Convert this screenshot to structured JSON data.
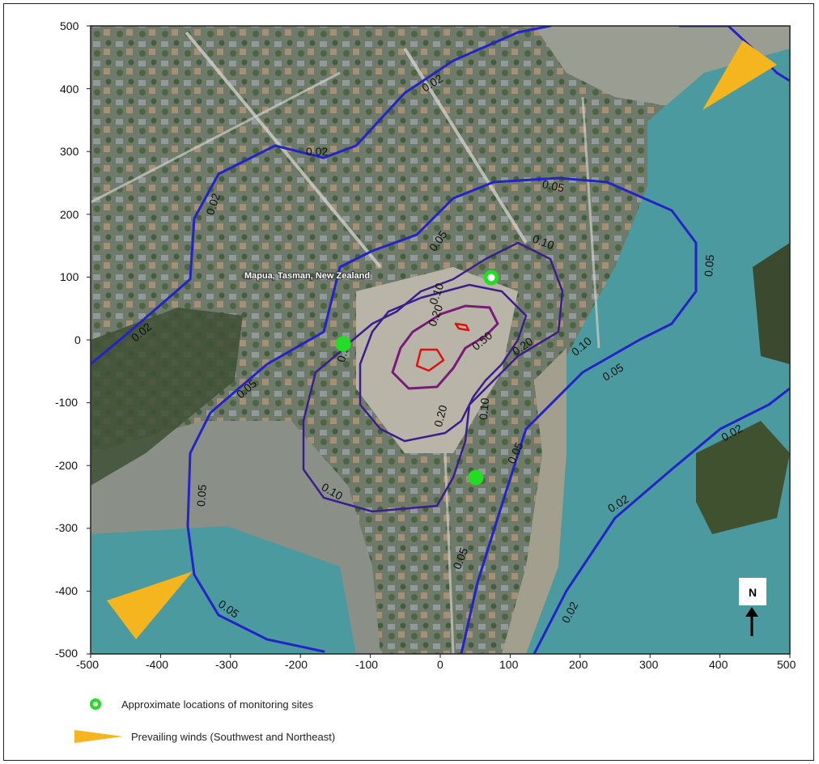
{
  "map": {
    "place_label": "Mapua, Tasman, New Zealand",
    "north_label": "N",
    "x_ticks": [
      "-500",
      "-400",
      "-300",
      "-200",
      "-100",
      "0",
      "100",
      "200",
      "300",
      "400",
      "500"
    ],
    "y_ticks": [
      "500",
      "400",
      "300",
      "200",
      "100",
      "0",
      "-100",
      "-200",
      "-300",
      "-400",
      "-500"
    ],
    "contour_levels": [
      "0.02",
      "0.05",
      "0.10",
      "0.20",
      "0.50"
    ],
    "colors": {
      "contour_blue": "#2323c8",
      "contour_indigo": "#3a1e8c",
      "contour_purple": "#7a1a78",
      "contour_red": "#e01010",
      "monitor_site": "#22dd22",
      "wind_arrow": "#f5b51e",
      "water": "#4a9aa0",
      "land": "#6f7f64"
    }
  },
  "legend": {
    "monitoring_sites": "Approximate locations of monitoring sites",
    "prevailing_winds": "Prevailing winds (Southwest and Northeast)"
  }
}
